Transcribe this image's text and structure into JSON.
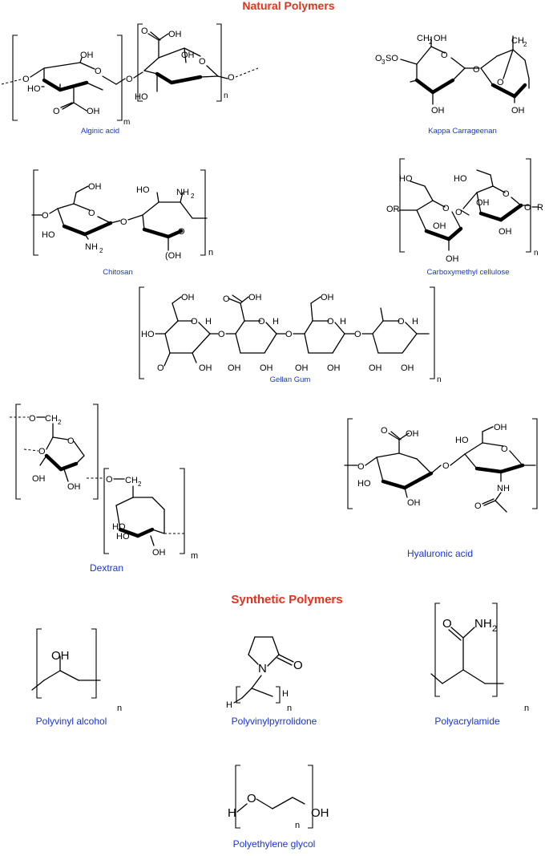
{
  "sections": {
    "natural": "Natural Polymers",
    "synthetic": "Synthetic Polymers"
  },
  "polymers": {
    "alginic_acid": "Alginic acid",
    "kappa_carrageenan": "Kappa Carrageenan",
    "chitosan": "Chitosan",
    "carboxymethyl_cellulose": "Carboxymethyl cellulose",
    "gellan_gum": "Gellan Gum",
    "dextran": "Dextran",
    "hyaluronic_acid": "Hyaluronic acid",
    "polyvinyl_alcohol": "Polyvinyl alcohol",
    "polyvinylpyrrolidone": "Polyvinylpyrrolidone",
    "polyacrylamide": "Polyacrylamide",
    "polyethylene_glycol": "Polyethylene glycol"
  },
  "subscripts": {
    "m": "m",
    "n": "n"
  },
  "atoms": {
    "oh": "OH",
    "ho": "HO",
    "o": "O",
    "h": "H",
    "n": "N",
    "nh2": "NH2",
    "ch2oh": "CH2OH",
    "ch2": "CH2",
    "o3so": "O3SO",
    "or": "OR",
    "r": "R",
    "och2": "O—CH2"
  },
  "colors": {
    "section_title": "#e8301c",
    "label": "#1a35d6",
    "structure": "#000000",
    "background": "#ffffff"
  }
}
